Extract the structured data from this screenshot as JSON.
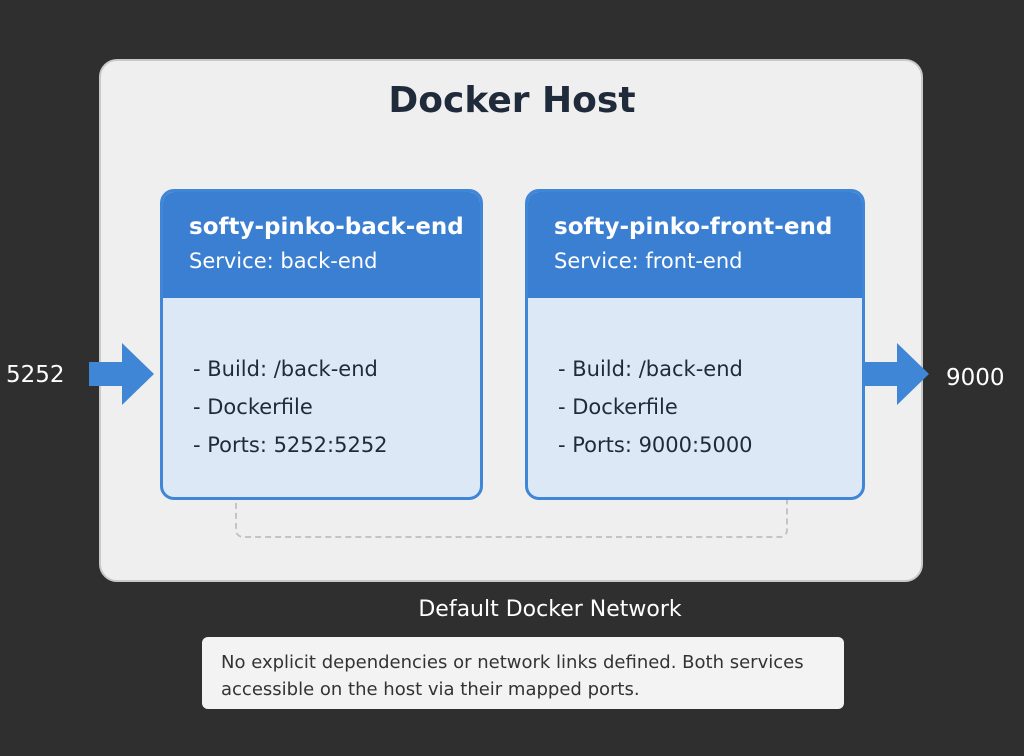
{
  "host": {
    "title": "Docker Host"
  },
  "services": {
    "back_end": {
      "name": "softy-pinko-back-end",
      "service": "Service: back-end",
      "build": "- Build: /back-end",
      "dockerfile": "- Dockerfile",
      "ports": "- Ports: 5252:5252"
    },
    "front_end": {
      "name": "softy-pinko-front-end",
      "service": "Service: front-end",
      "build": "- Build: /back-end",
      "dockerfile": "- Dockerfile",
      "ports": "- Ports: 9000:5000"
    }
  },
  "ports": {
    "inbound": "5252",
    "outbound": "9000"
  },
  "network": {
    "label": "Default Docker Network",
    "note": "No explicit dependencies or network links defined. Both services accessible on the host via their mapped ports."
  },
  "colors": {
    "background": "#2f2f2f",
    "host_fill": "#efefef",
    "service_header": "#3a7fd1",
    "service_body": "#dde8f6",
    "arrow": "#3f86d6"
  }
}
